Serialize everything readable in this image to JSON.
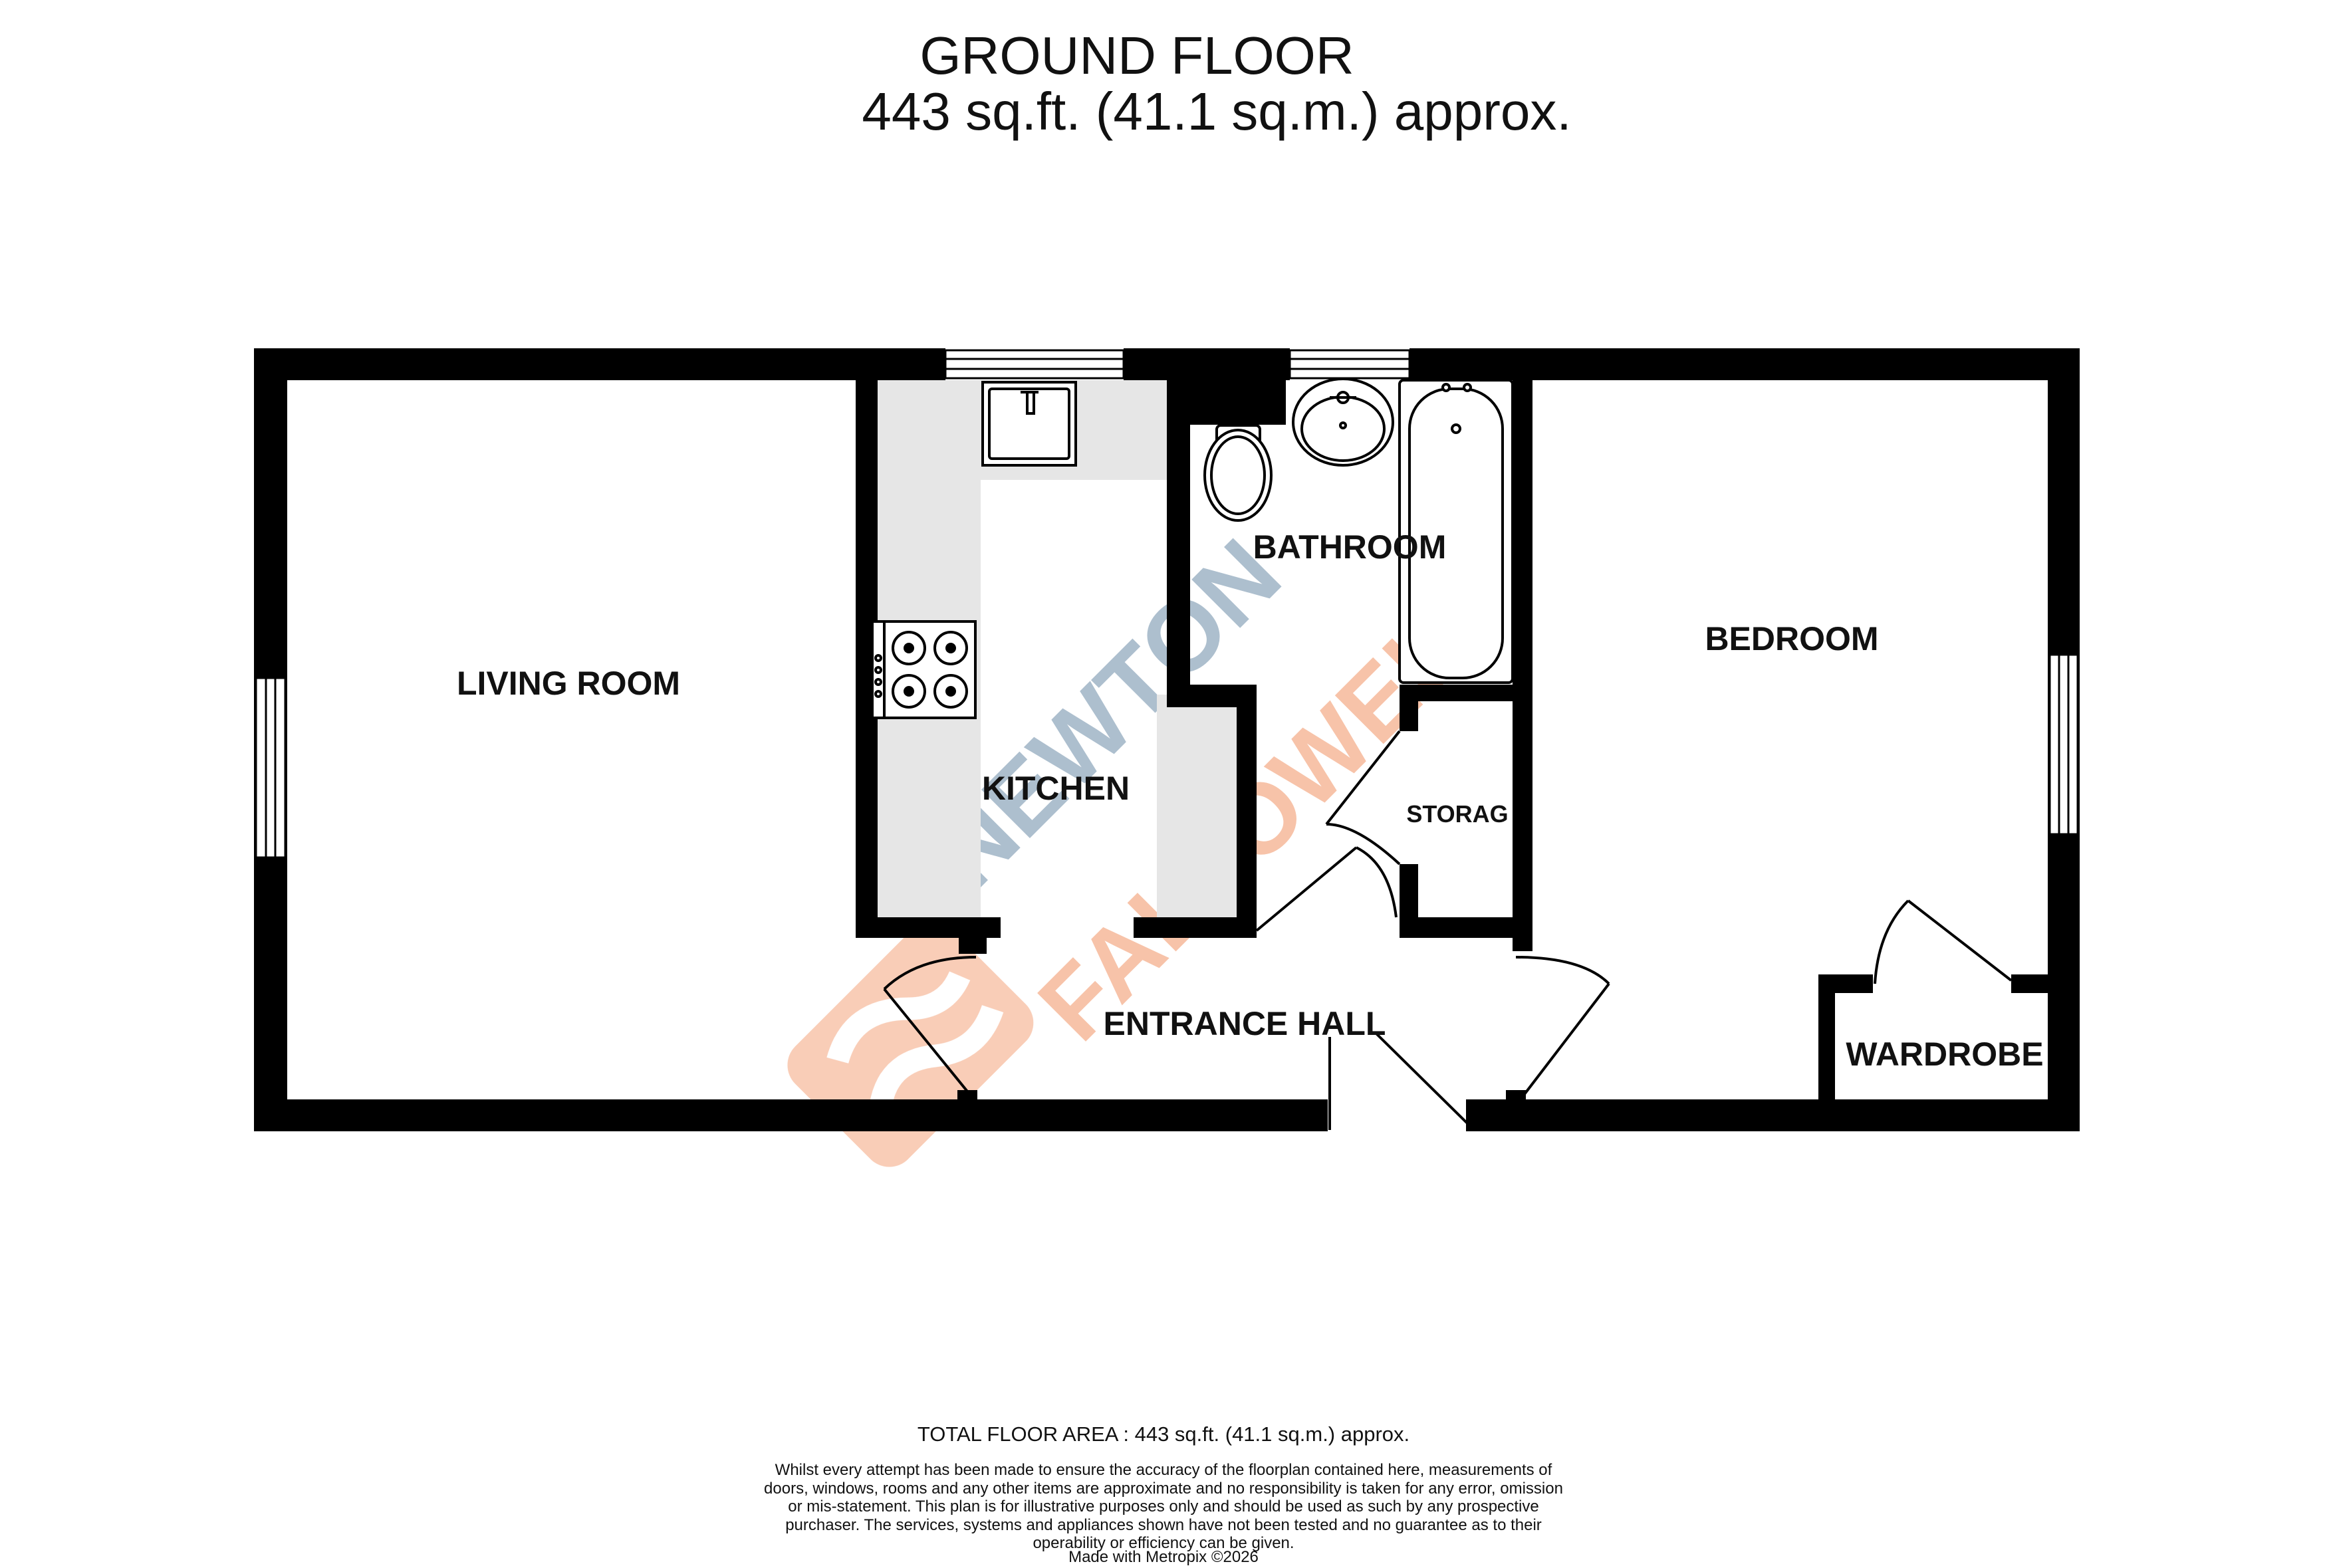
{
  "header": {
    "floor_name": "GROUND FLOOR",
    "floor_area": "443 sq.ft. (41.1 sq.m.) approx."
  },
  "rooms": {
    "living_room": "LIVING ROOM",
    "kitchen": "KITCHEN",
    "bathroom": "BATHROOM",
    "bedroom": "BEDROOM",
    "storage": "STORAG",
    "entrance_hall": "ENTRANCE HALL",
    "wardrobe": "WARDROBE"
  },
  "watermark": {
    "line1": "NEWTON",
    "line2": "FALLOWELL",
    "colors": {
      "blue": "#9fb4c6",
      "orange": "#f6b99a"
    }
  },
  "colors": {
    "wall": "#000000",
    "kitchen_counter": "#e6e6e6"
  },
  "footer": {
    "total_area": "TOTAL FLOOR AREA : 443 sq.ft. (41.1 sq.m.) approx.",
    "disclaimer": "Whilst every attempt has been made to ensure the accuracy of the floorplan contained here, measurements of doors, windows, rooms and any other items are approximate and no responsibility is taken for any error, omission or mis-statement. This plan is for illustrative purposes only and should be used as such by any prospective purchaser. The services, systems and appliances shown have not been tested and no guarantee as to their operability or efficiency can be given.",
    "credit": "Made with Metropix ©2026"
  }
}
